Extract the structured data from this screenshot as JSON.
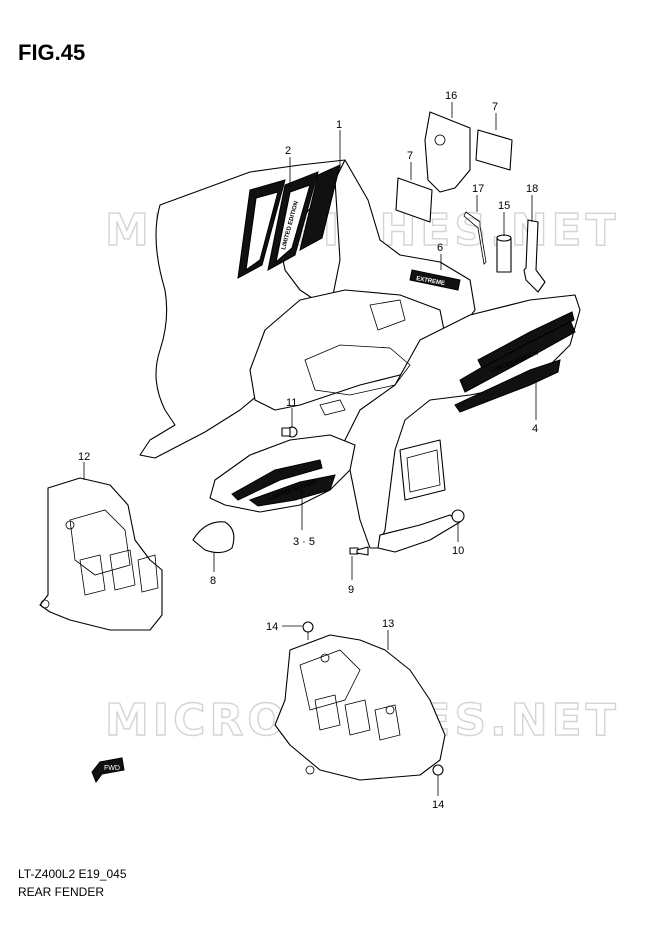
{
  "figure_label": "FIG.45",
  "model_code": "LT-Z400L2 E19_045",
  "section_name": "REAR FENDER",
  "watermark": "MICROFICHES.NET",
  "decal_texts": {
    "limited_edition": "LIMITED EDITION",
    "extreme": "EXTREME"
  },
  "fwd_label": "FWD",
  "callouts": {
    "c1": "1",
    "c2": "2",
    "c35": "3 · 5",
    "c4": "4",
    "c6": "6",
    "c7a": "7",
    "c7b": "7",
    "c8": "8",
    "c9": "9",
    "c10": "10",
    "c11": "11",
    "c12": "12",
    "c13": "13",
    "c14a": "14",
    "c14b": "14",
    "c15": "15",
    "c16": "16",
    "c17": "17",
    "c18": "18"
  }
}
